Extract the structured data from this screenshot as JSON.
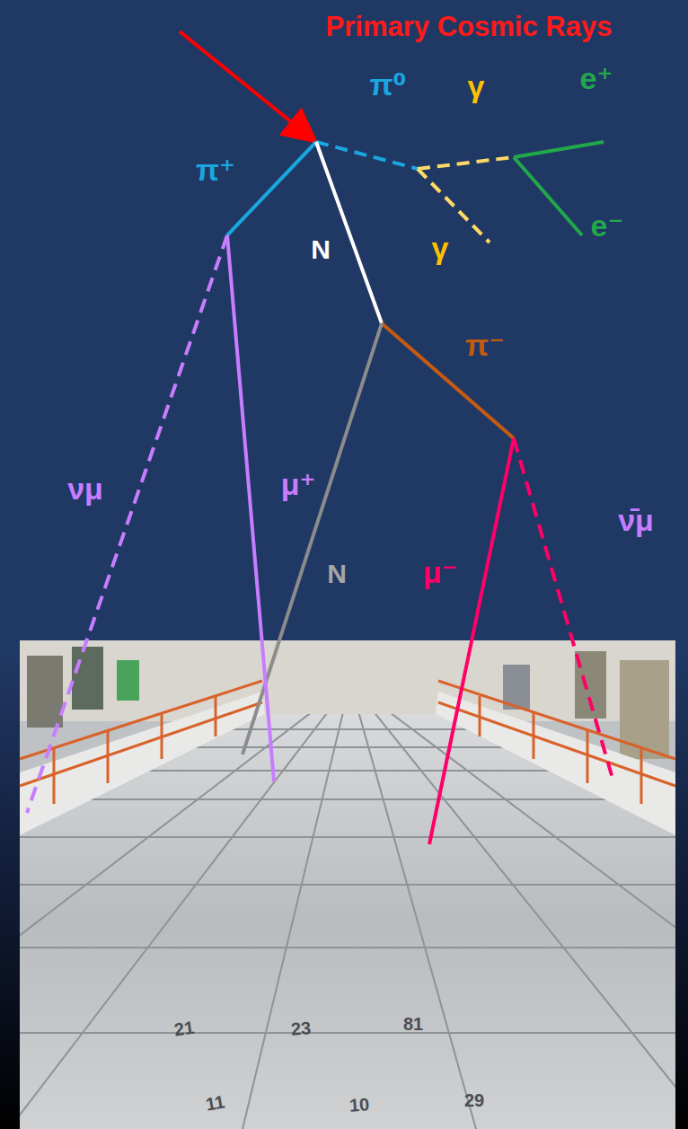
{
  "diagram": {
    "title": "Primary Cosmic Rays",
    "labels": [
      "π⁰",
      "γ",
      "e⁺",
      "π⁺",
      "N",
      "γ",
      "e⁻",
      "π⁻",
      "μ⁺",
      "νμ",
      "ν̄μ",
      "N",
      "μ⁻",
      "21",
      "23",
      "81",
      "11",
      "10",
      "29"
    ]
  }
}
